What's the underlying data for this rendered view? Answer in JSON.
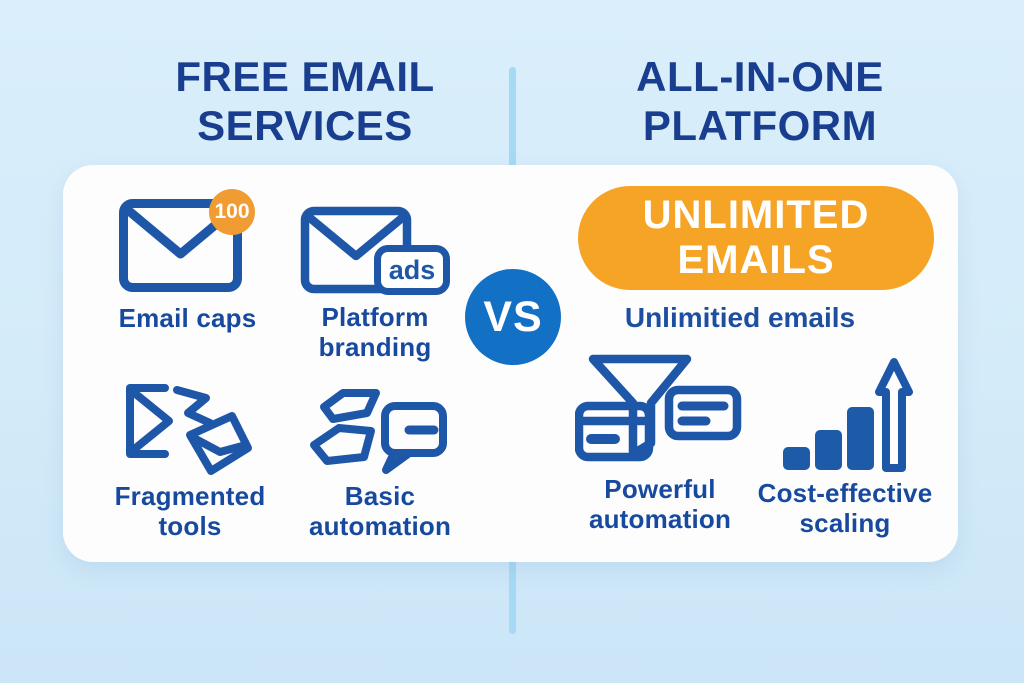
{
  "colors": {
    "background": "#d6ecf9",
    "card": "#fdfdfe",
    "title_navy": "#1a3e8f",
    "label_blue": "#174a9e",
    "icon_stroke": "#1f57a8",
    "vs_circle_blue": "#1270c5",
    "pill_orange": "#f6a426",
    "badge_orange": "#f09c33",
    "divider_blue": "#a5d9f4",
    "white": "#ffffff"
  },
  "left_panel": {
    "title_line1": "FREE EMAIL",
    "title_line2": "SERVICES",
    "items": [
      {
        "icon": "envelope-icon",
        "badge": "100",
        "label_line1": "Email caps",
        "label_line2": ""
      },
      {
        "icon": "envelope-ads-icon",
        "tag": "ads",
        "label_line1": "Platform",
        "label_line2": "branding"
      },
      {
        "icon": "torn-envelope-icon",
        "label_line1": "Fragmented",
        "label_line2": "tools"
      },
      {
        "icon": "chat-shapes-icon",
        "label_line1": "Basic",
        "label_line2": "automation"
      }
    ]
  },
  "vs_badge": {
    "label": "VS"
  },
  "right_panel": {
    "title_line1": "ALL-IN-ONE",
    "title_line2": "PLATFORM",
    "banner_line1": "UNLIMITED",
    "banner_line2": "EMAILS",
    "banner_caption": "Unlimitied emails",
    "items": [
      {
        "icon": "funnel-cards-icon",
        "label_line1": "Powerful",
        "label_line2": "automation"
      },
      {
        "icon": "growth-bars-arrow-icon",
        "label_line1": "Cost-effective",
        "label_line2": "scaling"
      }
    ]
  }
}
